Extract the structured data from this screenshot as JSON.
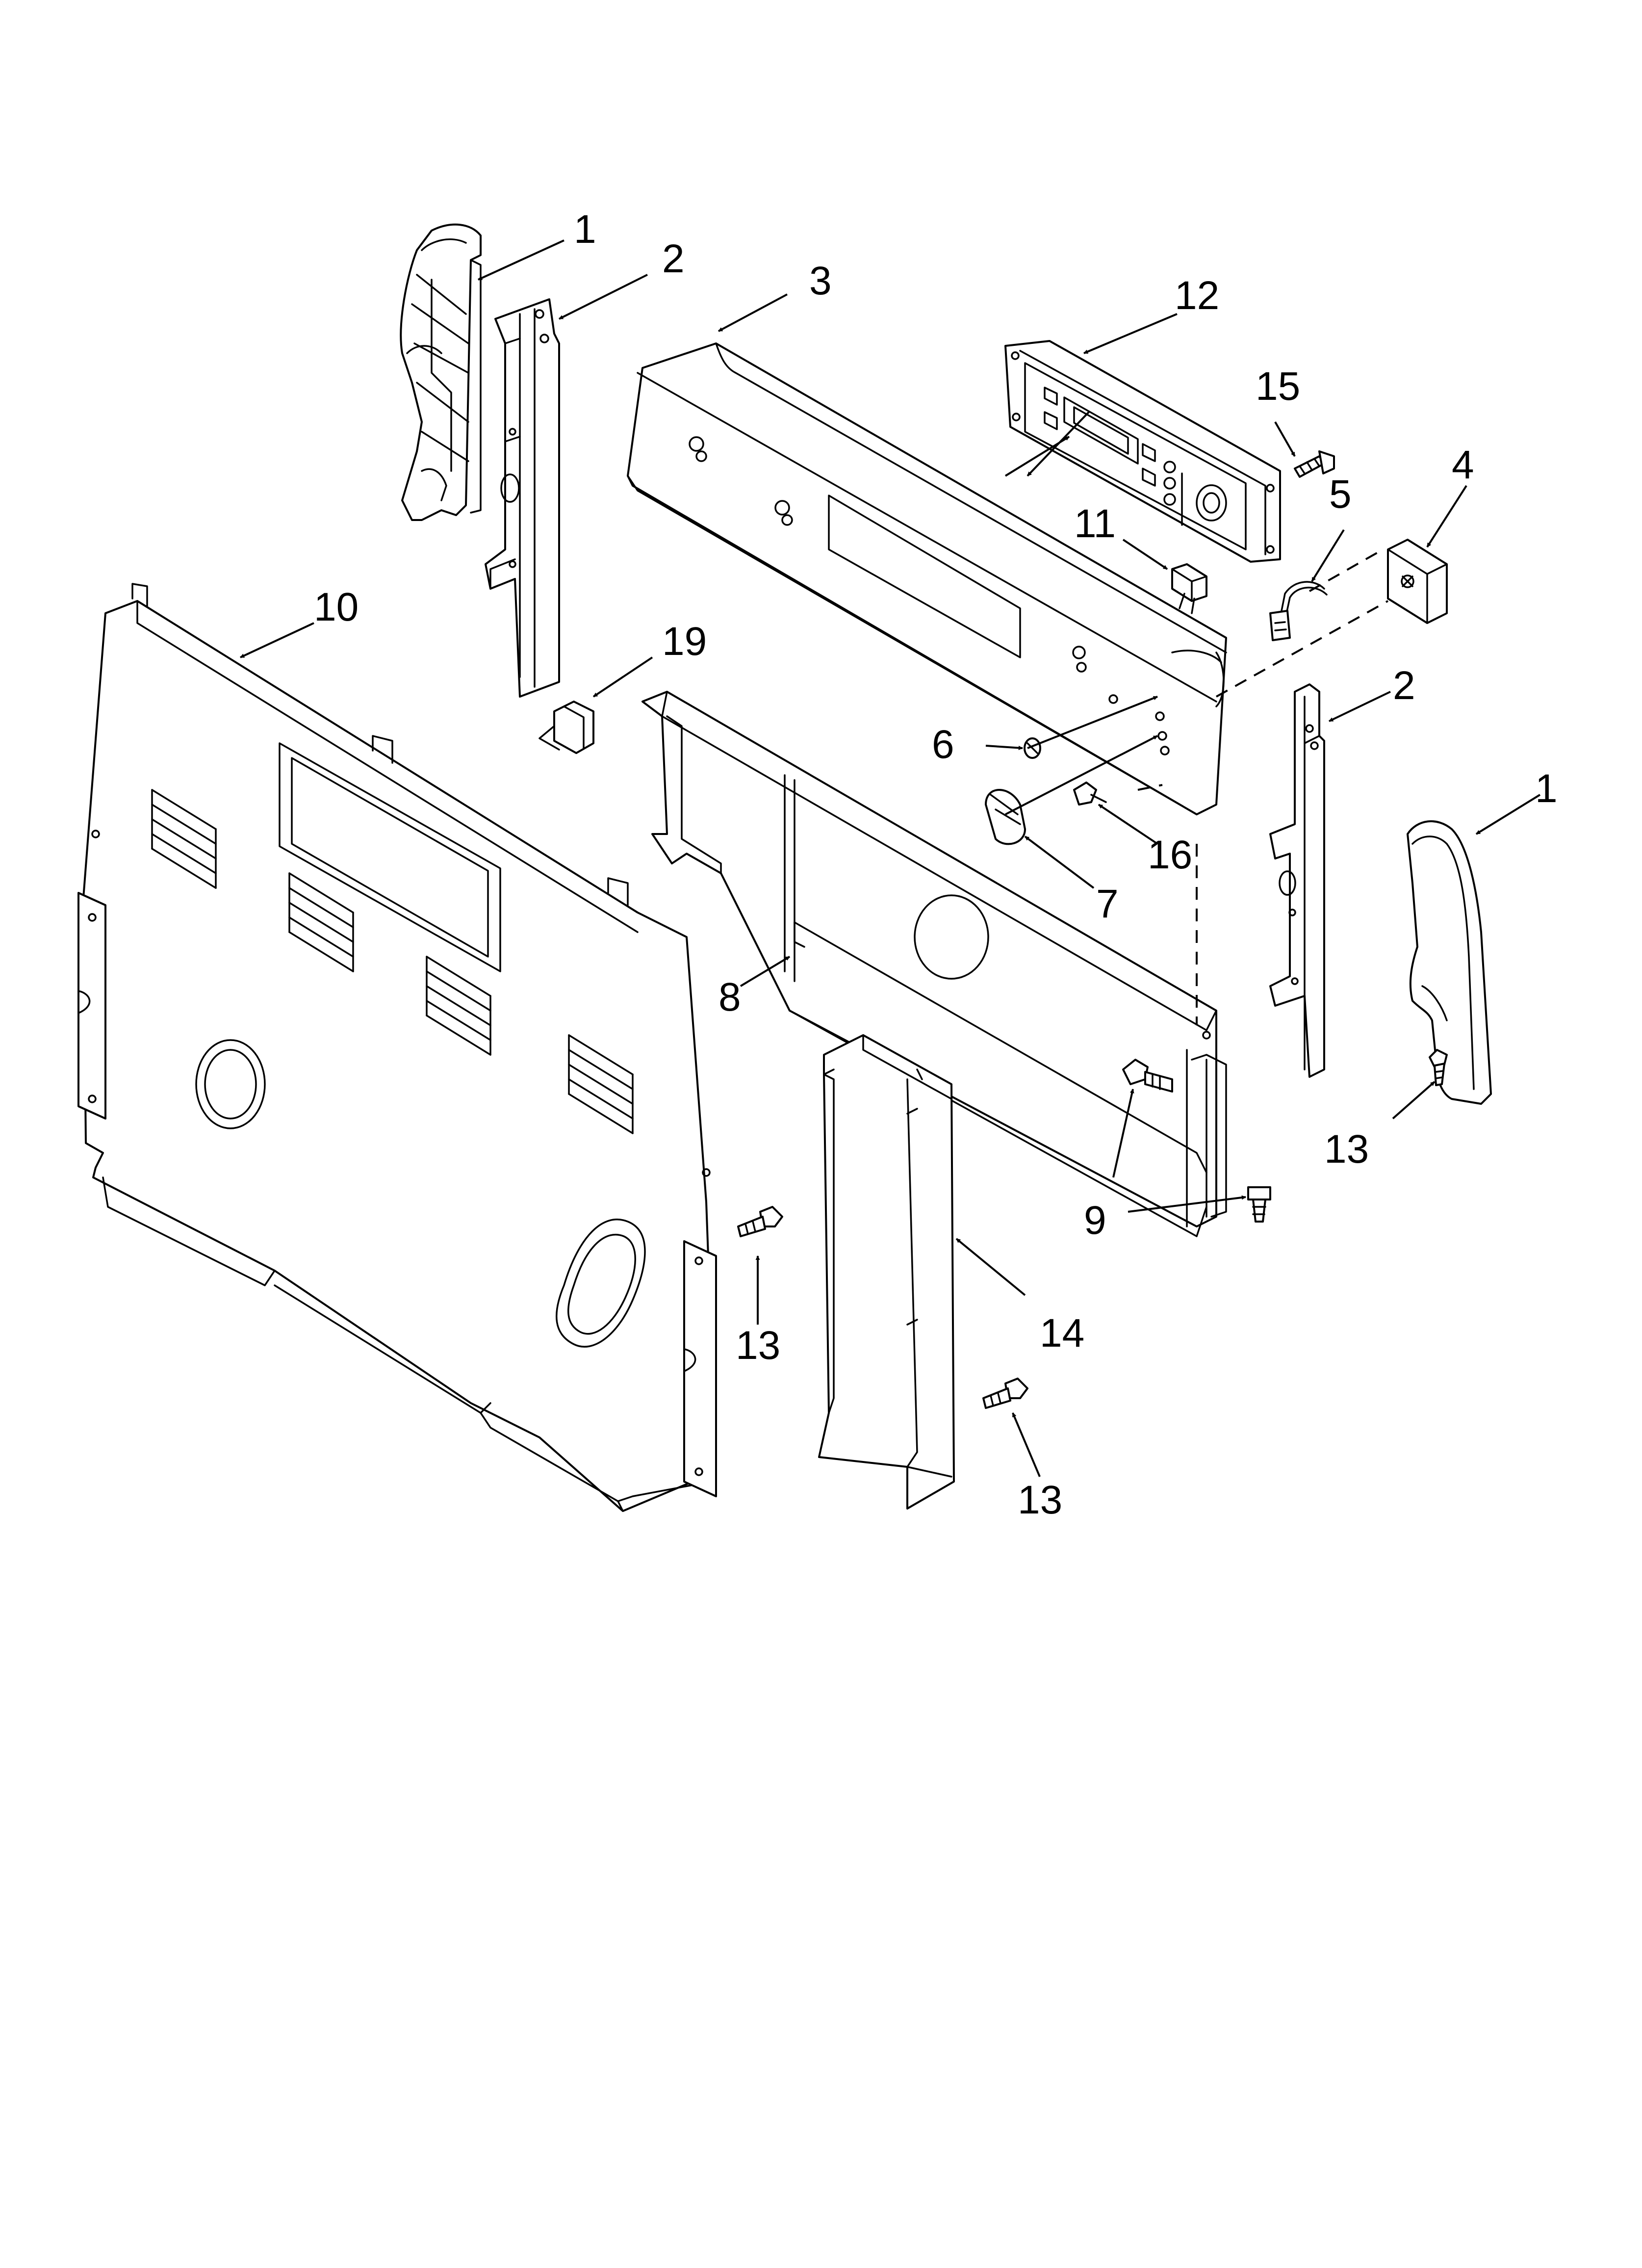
{
  "diagram": {
    "callouts": {
      "c1a": "1",
      "c2a": "2",
      "c3": "3",
      "c12": "12",
      "c15": "15",
      "c4": "4",
      "c5": "5",
      "c11": "11",
      "c10": "10",
      "c19": "19",
      "c2b": "2",
      "c1b": "1",
      "c6": "6",
      "c16": "16",
      "c7": "7",
      "c8": "8",
      "c9": "9",
      "c13a": "13",
      "c13b": "13",
      "c14": "14",
      "c13c": "13"
    }
  }
}
